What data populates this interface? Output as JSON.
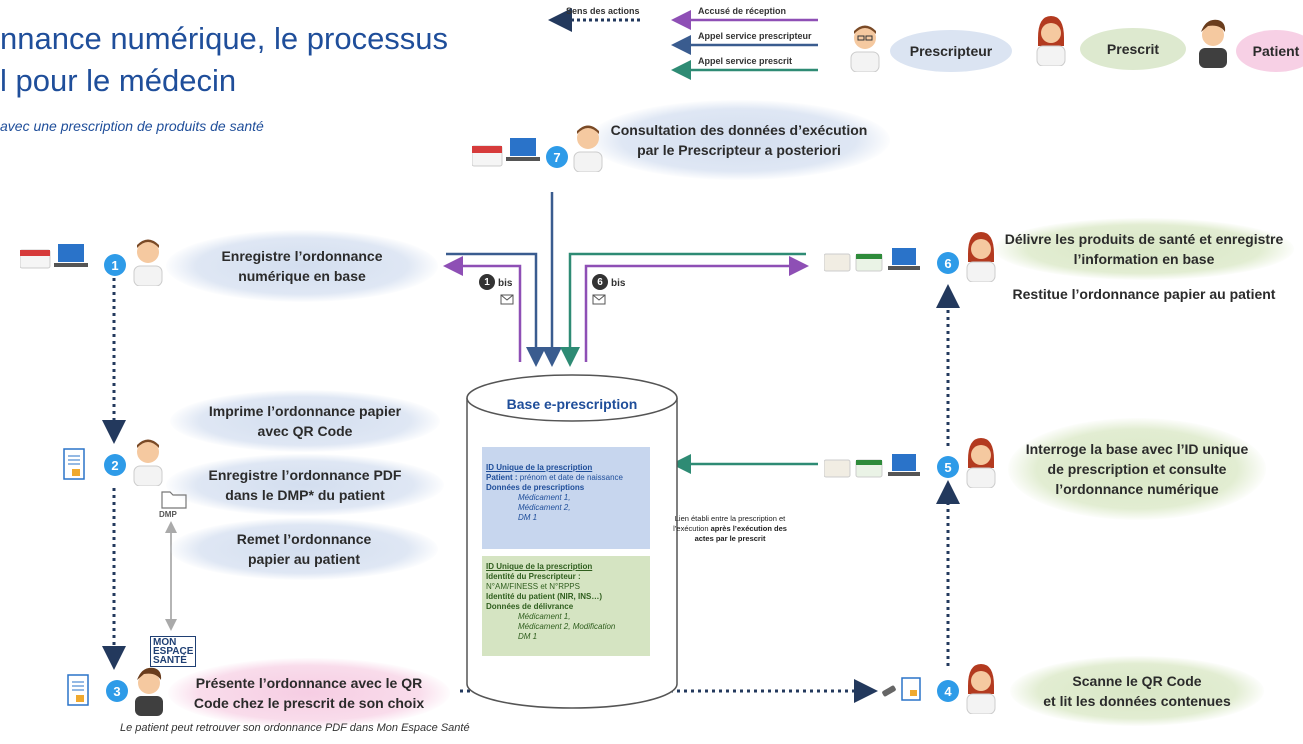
{
  "title": {
    "line1": "nnance numérique, le processus",
    "line2": "l pour le médecin",
    "subtitle": "avec une prescription de produits de santé"
  },
  "legend": {
    "direction_label": "Sens des actions",
    "arrows": [
      {
        "label": "Accusé de réception",
        "color": "#8e4fb5"
      },
      {
        "label": "Appel service prescripteur",
        "color": "#3a5c8f"
      },
      {
        "label": "Appel service prescrit",
        "color": "#2e8b74"
      }
    ],
    "roles": [
      {
        "label": "Prescripteur",
        "color": "#dbe4f2"
      },
      {
        "label": "Prescrit",
        "color": "#dde9cf"
      },
      {
        "label": "Patient",
        "color": "#f7d0e5"
      }
    ]
  },
  "steps": [
    {
      "num": "1",
      "text_l1": "Enregistre l’ordonnance",
      "text_l2": "numérique en base"
    },
    {
      "num": "2",
      "text_a_l1": "Imprime l’ordonnance papier",
      "text_a_l2": "avec QR Code",
      "text_b_l1": "Enregistre l’ordonnance PDF",
      "text_b_l2": "dans le DMP* du patient",
      "text_c_l1": "Remet l’ordonnance",
      "text_c_l2": "papier au patient"
    },
    {
      "num": "3",
      "text_l1": "Présente l’ordonnance avec le QR",
      "text_l2": "Code chez le prescrit de son choix"
    },
    {
      "num": "4",
      "text_l1": "Scanne le QR Code",
      "text_l2": "et lit les données contenues"
    },
    {
      "num": "5",
      "text_l1": "Interroge la base avec  l’ID unique",
      "text_l2": "de prescription et consulte",
      "text_l3": "l’ordonnance numérique"
    },
    {
      "num": "6",
      "text_l1": "Délivre les produits de santé et enregistre",
      "text_l2": "l’information en base",
      "text_extra": "Restitue l’ordonnance papier au patient"
    },
    {
      "num": "7",
      "text_l1": "Consultation des données d’exécution",
      "text_l2": "par le Prescripteur a posteriori"
    }
  ],
  "bis": {
    "one": "bis",
    "six": "bis"
  },
  "database": {
    "title": "Base e-prescription",
    "box1": {
      "id": "ID Unique de la prescription",
      "patient_label": "Patient :",
      "patient_value": " prénom et date de naissance",
      "donnees": "Données de prescriptions",
      "items": [
        "Médicament 1,",
        "Médicament 2,",
        "DM 1"
      ]
    },
    "box2": {
      "id": "ID Unique de la prescription",
      "prescripteur": "Identité du Prescripteur :",
      "prescripteur_value": "N°AM/FINESS et N°RPPS",
      "patient": "Identité du patient  (NIR, INS…)",
      "donnees": "Données de délivrance",
      "items": [
        "Médicament 1,",
        "Médicament 2, Modification",
        "DM 1"
      ]
    },
    "link_note_l1": "Lien établi entre la prescription et",
    "link_note_l2": "l’exécution",
    "link_note_bold": "après l’exécution des actes par le prescrit"
  },
  "dmp_label": "DMP",
  "mes_label": {
    "l1": "MON",
    "l2": "ESPACE",
    "l3": "SANTÉ"
  },
  "footer": "Le patient peut retrouver son ordonnance PDF dans Mon Espace Santé"
}
